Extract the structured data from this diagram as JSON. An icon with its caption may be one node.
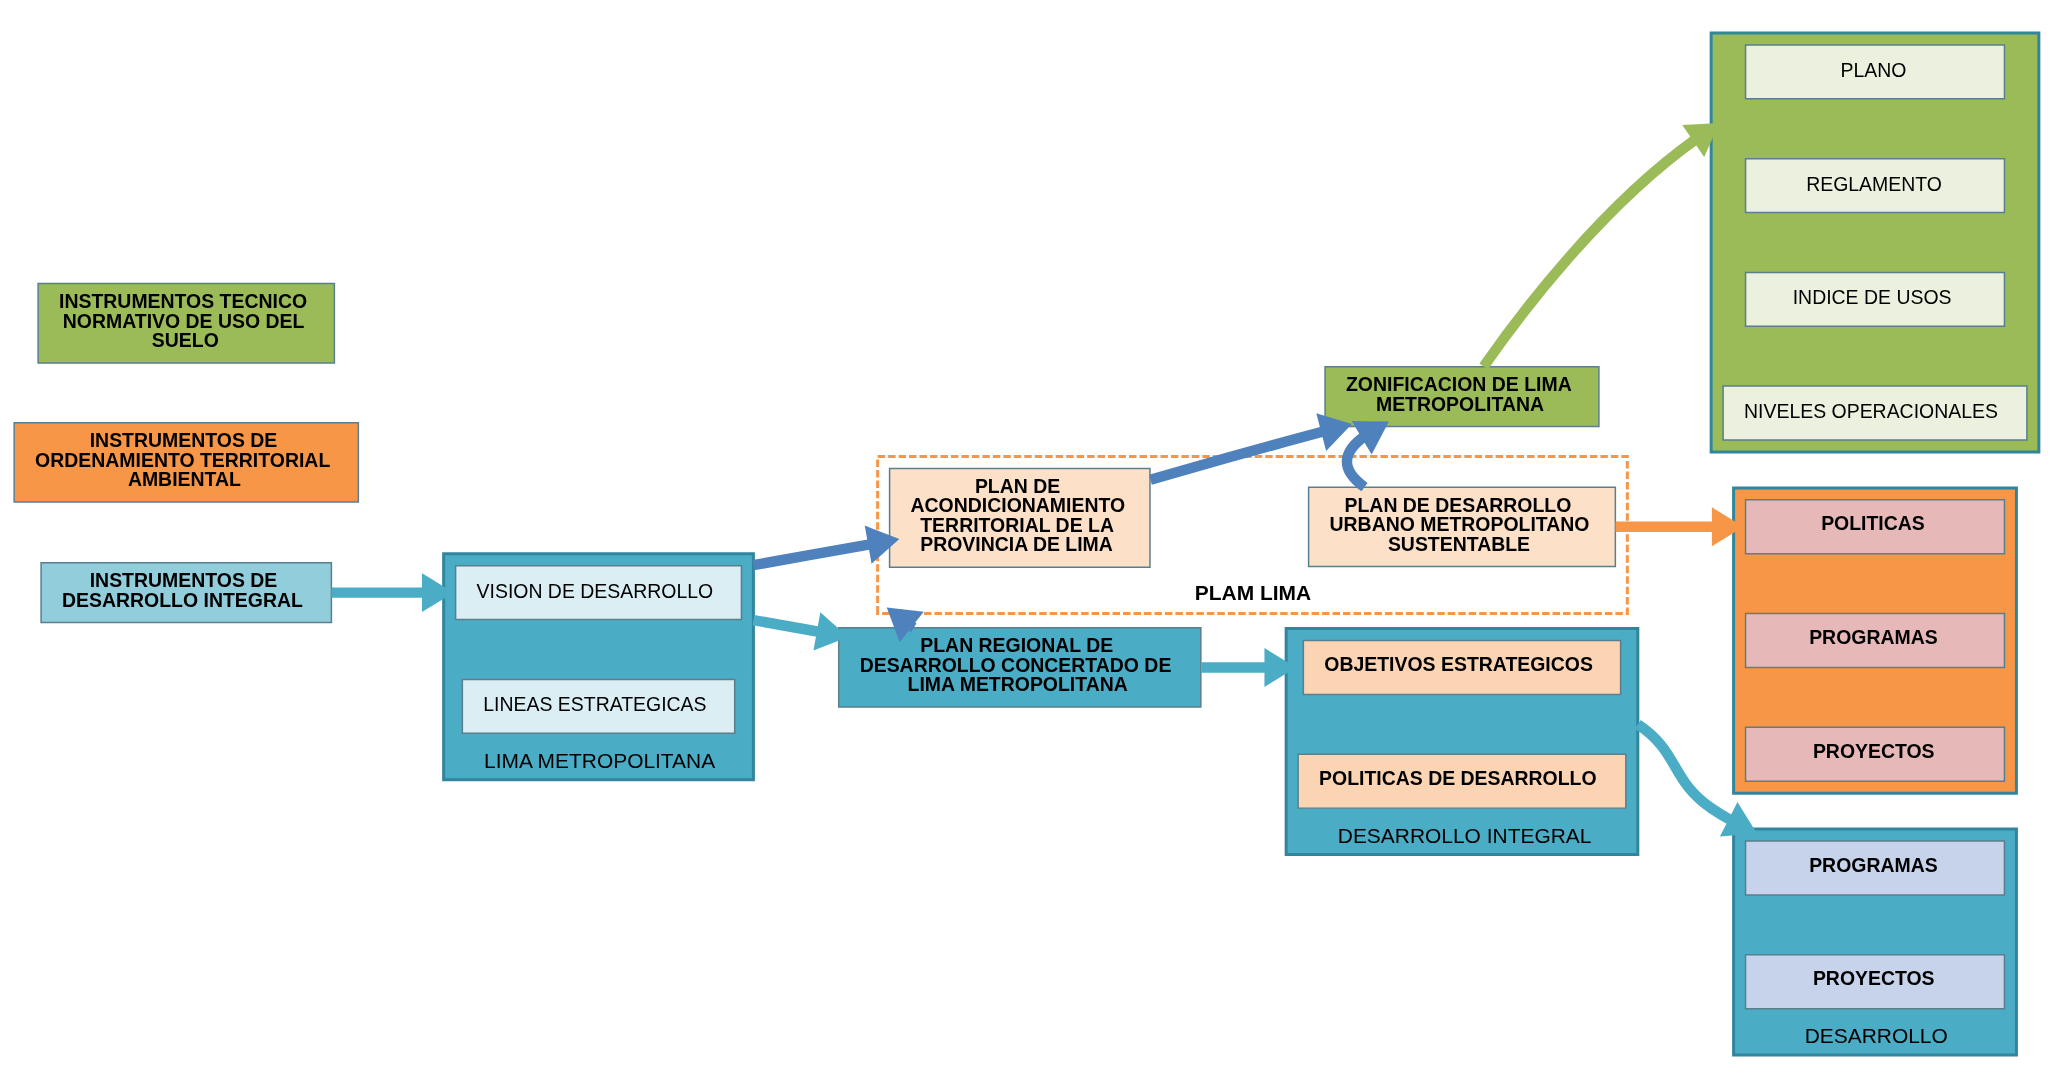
{
  "diagram": {
    "nodes": [
      {
        "text": [
          "INSTRUMENTOS DE DESARROLLO INTEGRAL"
        ]
      },
      {
        "text": [
          "LIMA METROPOLITANA"
        ]
      },
      {
        "text": [
          "VISION DE DESARROLLO"
        ],
        "in": 1
      },
      {
        "text": [
          "LINEAS ESTRATEGICAS"
        ],
        "in": 1
      },
      {
        "text": [
          "PLAN REGIONAL DE DESARROLLO CONCERTADO DE LIMA METROPOLITANA"
        ]
      },
      {
        "text": [
          "DESARROLLO INTEGRAL"
        ]
      },
      {
        "text": [
          "OBJETIVOS ESTRATEGICOS"
        ],
        "in": 5
      },
      {
        "text": [
          "POLITICAS DE DESARROLLO"
        ],
        "in": 5
      },
      {
        "text": [
          "DESARROLLO"
        ]
      },
      {
        "text": [
          "PROGRAMAS"
        ],
        "in": 8
      },
      {
        "text": [
          "PROYECTOS"
        ],
        "in": 8
      },
      {
        "text": [
          "INSTRUMENTOS DE ORDENAMIENTO TERRITORIAL AMBIENTAL"
        ]
      },
      {
        "text": [
          "PLAM LIMA"
        ]
      },
      {
        "text": [
          "PLAN DE ACONDICIONAMIENTO TERRITORIAL DE LA PROVINCIA DE LIMA"
        ],
        "in": 12
      },
      {
        "text": [
          "PLAN DE DESARROLLO URBANO METROPOLITANO SUSTENTABLE"
        ],
        "in": 12
      },
      {
        "text": [],
        "shape": "box"
      },
      {
        "text": [
          "POLITICAS"
        ],
        "in": 15
      },
      {
        "text": [
          "PROGRAMAS"
        ],
        "in": 15
      },
      {
        "text": [
          "PROYECTOS"
        ],
        "in": 15
      },
      {
        "text": [
          "INSTRUMENTOS TECNICO NORMATIVO DE USO DEL SUELO"
        ]
      },
      {
        "text": [
          "ZONIFICACION DE LIMA METROPOLITANA"
        ]
      },
      {
        "text": [],
        "shape": "box"
      },
      {
        "text": [
          "PLANO"
        ],
        "in": 21
      },
      {
        "text": [
          "REGLAMENTO"
        ],
        "in": 21
      },
      {
        "text": [
          "INDICE DE USOS"
        ],
        "in": 21
      },
      {
        "text": [
          "NIVELES OPERACIONALES"
        ],
        "in": 21
      }
    ],
    "edges": [
      {
        "from": 0,
        "to": 1,
        "arrow": "to",
        "color": "#4bacc6"
      },
      {
        "from": 1,
        "to": 4,
        "arrow": "to",
        "color": "#4bacc6"
      },
      {
        "from": 4,
        "to": 5,
        "arrow": "to",
        "color": "#4bacc6"
      },
      {
        "from": 5,
        "to": 8,
        "arrow": "to",
        "color": "#4bacc6"
      },
      {
        "from": 4,
        "to": 12,
        "arrow": "to",
        "color": "#4f81bd"
      },
      {
        "from": 1,
        "to": 13,
        "arrow": "to",
        "color": "#4f81bd"
      },
      {
        "from": 14,
        "to": 15,
        "arrow": "to",
        "color": "#f79646"
      },
      {
        "from": 13,
        "to": 20,
        "arrow": "to",
        "color": "#4f81bd"
      },
      {
        "from": 14,
        "to": 20,
        "arrow": "to",
        "color": "#4f81bd"
      },
      {
        "from": 20,
        "to": 21,
        "arrow": "to",
        "color": "#9bbb59"
      }
    ]
  }
}
